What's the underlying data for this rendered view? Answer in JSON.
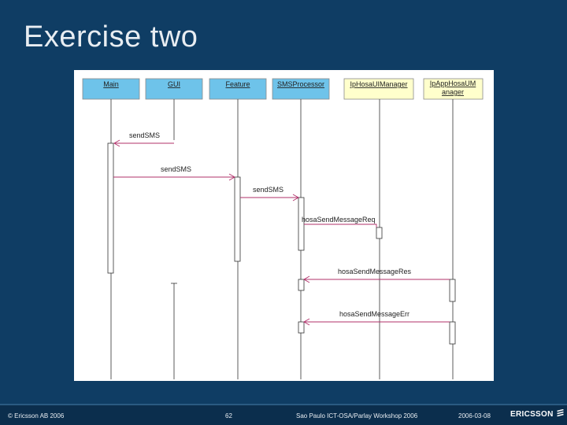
{
  "slide": {
    "title": "Exercise two"
  },
  "diagram": {
    "lifelines": [
      {
        "label": "Main",
        "color": "#6ec3ea"
      },
      {
        "label": "GUI",
        "color": "#6ec3ea"
      },
      {
        "label": "Feature",
        "color": "#6ec3ea"
      },
      {
        "label": "SMSProcessor",
        "color": "#6ec3ea"
      },
      {
        "label": "IpHosaUIManager",
        "color": "#ffffcc"
      },
      {
        "label": "IpAppHosaUM",
        "label2": "anager",
        "color": "#ffffcc"
      }
    ],
    "messages": [
      {
        "label": "sendSMS"
      },
      {
        "label": "sendSMS"
      },
      {
        "label": "sendSMS"
      },
      {
        "label": "hosaSendMessageReq"
      },
      {
        "label": "hosaSendMessageRes"
      },
      {
        "label": "hosaSendMessageErr"
      }
    ],
    "arrow_color": "#b0306a"
  },
  "footer": {
    "copyright": "© Ericsson AB 2006",
    "page_number": "62",
    "event": "Sao Paulo ICT-OSA/Parlay Workshop 2006",
    "date": "2006-03-08",
    "logo": "ERICSSON"
  }
}
